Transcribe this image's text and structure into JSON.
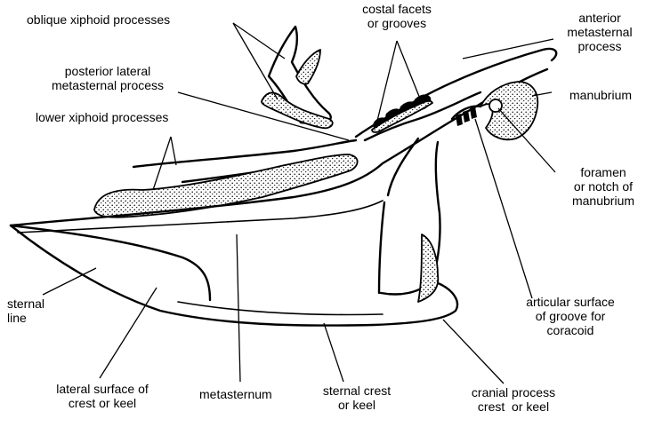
{
  "labels": {
    "oblique_xiphoid": [
      "oblique xiphoid processes"
    ],
    "costal_facets": [
      "costal facets",
      "or grooves"
    ],
    "anterior_metasternal": [
      "anterior",
      "metasternal",
      "process"
    ],
    "posterior_lateral": [
      "posterior lateral",
      "metasternal process"
    ],
    "manubrium": [
      "manubrium"
    ],
    "lower_xiphoid": [
      "lower xiphoid processes"
    ],
    "foramen": [
      "foramen",
      "or notch of",
      "manubrium"
    ],
    "sternal_line": [
      "sternal",
      "line"
    ],
    "articular_surface": [
      "articular surface",
      "of groove for",
      "coracoid"
    ],
    "lateral_surface": [
      "lateral surface of",
      "crest or keel"
    ],
    "metasternum": [
      "metasternum"
    ],
    "sternal_crest": [
      "sternal crest",
      "or keel"
    ],
    "cranial_process": [
      "cranial process",
      "crest  or keel"
    ]
  },
  "colors": {
    "ink": "#000000",
    "background": "#ffffff",
    "stipple": "#000000"
  }
}
